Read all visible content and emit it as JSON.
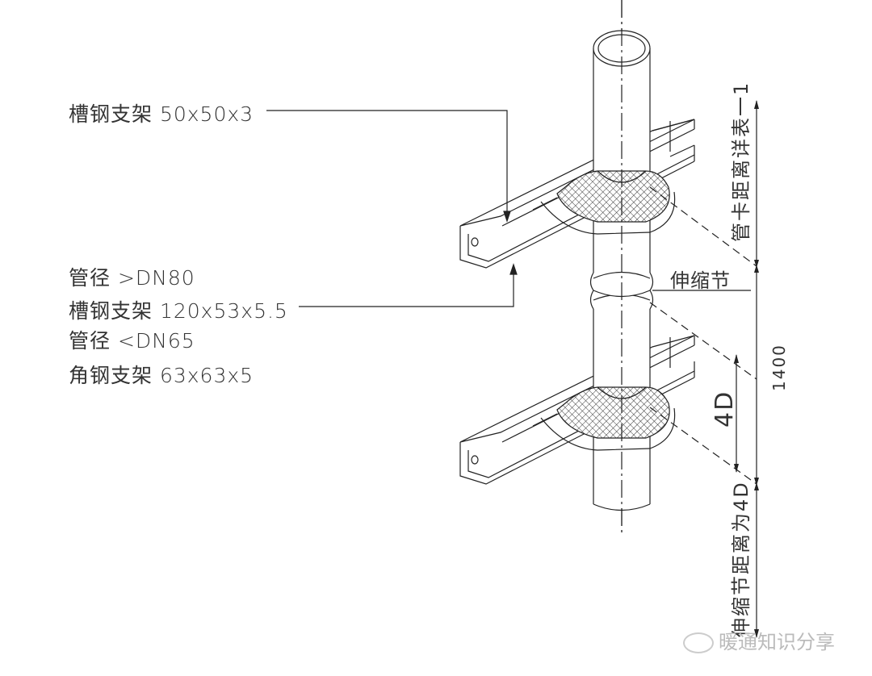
{
  "labels": {
    "channel_small": "槽钢支架  50x50x3",
    "pipe_gt": "管径 >DN80",
    "channel_large": "槽钢支架  120x53x5.5",
    "pipe_lt": "管径 <DN65",
    "angle_steel": "角钢支架  63x63x5",
    "expansion_joint": "伸缩节"
  },
  "dimensions": {
    "clamp_spacing_note": "管卡距离详表一1",
    "total": "1400",
    "four_d": "4D",
    "joint_spacing_note": "伸缩节距离为4D"
  },
  "watermark": "暖通知识分享"
}
